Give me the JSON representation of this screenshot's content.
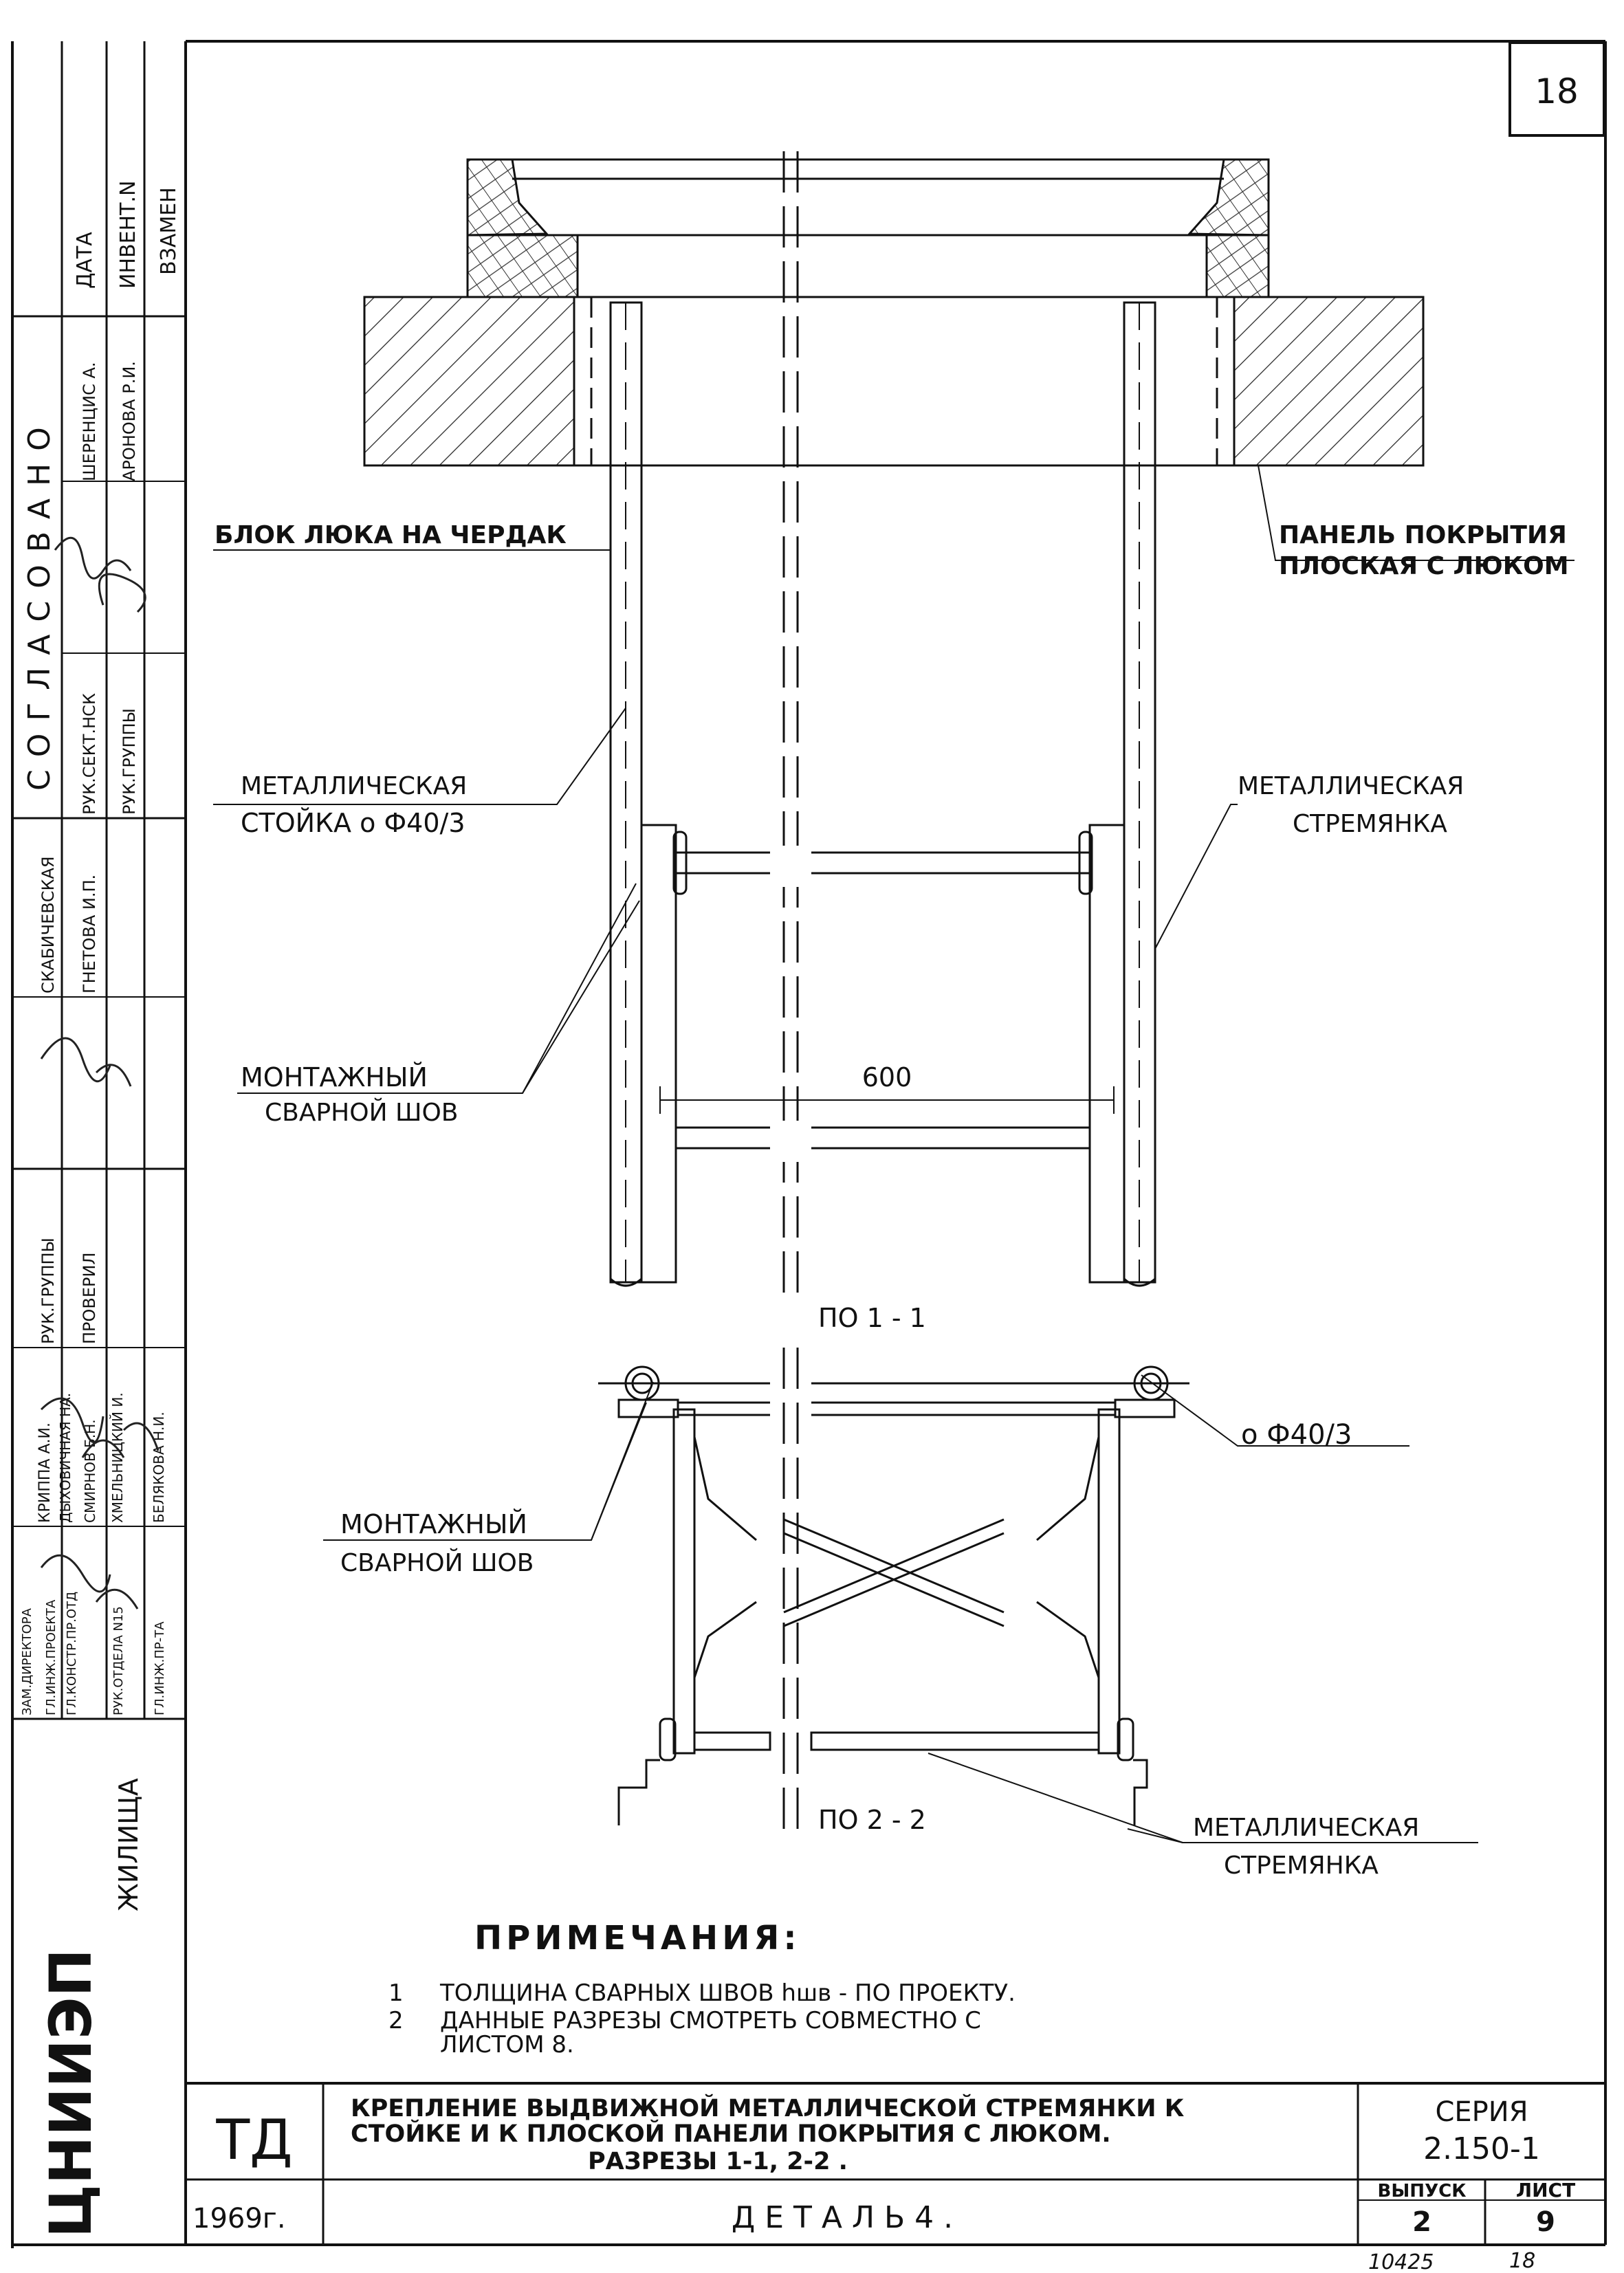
{
  "sheet": {
    "page_number": "18",
    "archive_number": "10425",
    "archive_sheet": "18"
  },
  "stamp": {
    "org": "ЦНИИЭП",
    "org_sub": "ЖИЛИЩА",
    "top_cells": [
      "ДАТА",
      "ИНВЕНТ.N",
      "ВЗАМЕН"
    ],
    "agreed_title": "СОГЛАСОВАНО",
    "agreed_names": [
      "ШЕРЕНЦИС А.",
      "АРОНОВА Р.И."
    ],
    "agreed_roles": [
      "РУК.СЕКТ.НСК",
      "РУК.ГРУППЫ"
    ],
    "names_a": [
      "СКАБИЧЕВСКАЯ",
      "ГНЕТОВА И.П."
    ],
    "roles_a": [
      "РУК.ГРУППЫ",
      "ПРОВЕРИЛ"
    ],
    "names_b": [
      "КРИППА А.И.",
      "ДЫХОВИЧНАЯ НА.",
      "СМИРНОВ Б.Н.",
      "ХМЕЛЬНИЦКИЙ И.",
      "БЕЛЯКОВА Н.И."
    ],
    "roles_b": [
      "ЗАМ.ДИРЕКТОРА",
      "ГЛ.ИНЖ.ПРОЕКТА",
      "ГЛ.КОНСТР.ПР.ОТД",
      "РУК.ОТДЕЛА N15",
      "ГЛ.ИНЖ.ПР-ТА"
    ]
  },
  "drawing": {
    "labels": {
      "hatch_block": "БЛОК ЛЮКА НА ЧЕРДАК",
      "roof_panel_1": "ПАНЕЛЬ ПОКРЫТИЯ",
      "roof_panel_2": "ПЛОСКАЯ С ЛЮКОМ",
      "post_1": "МЕТАЛЛИЧЕСКАЯ",
      "post_2": "СТОЙКА   о Ф40/3",
      "ladder_top_1": "МЕТАЛЛИЧЕСКАЯ",
      "ladder_top_2": "СТРЕМЯНКА",
      "weld_top_1": "МОНТАЖНЫЙ",
      "weld_top_2": "СВАРНОЙ ШОВ",
      "dimension": "600",
      "section_1": "ПО  1 - 1",
      "pipe": "о Ф40/3",
      "weld_bottom_1": "МОНТАЖНЫЙ",
      "weld_bottom_2": "СВАРНОЙ ШОВ",
      "section_2": "ПО  2 - 2",
      "ladder_bottom_1": "МЕТАЛЛИЧЕСКАЯ",
      "ladder_bottom_2": "СТРЕМЯНКА"
    }
  },
  "notes": {
    "title": "ПРИМЕЧАНИЯ:",
    "items": [
      {
        "num": "1",
        "text": "ТОЛЩИНА СВАРНЫХ ШВОВ  hшв - ПО ПРОЕКТУ."
      },
      {
        "num": "2",
        "text": "ДАННЫЕ   РАЗРЕЗЫ СМОТРЕТЬ СОВМЕСТНО С"
      },
      {
        "num": "",
        "text": "ЛИСТОМ 8."
      }
    ]
  },
  "title_block": {
    "code": "ТД",
    "year": "1969г.",
    "title_lines": [
      "КРЕПЛЕНИЕ ВЫДВИЖНОЙ МЕТАЛЛИЧЕСКОЙ СТРЕМЯНКИ К",
      "СТОЙКЕ И К ПЛОСКОЙ  ПАНЕЛИ ПОКРЫТИЯ С ЛЮКОМ.",
      "РАЗРЕЗЫ 1-1,  2-2 ."
    ],
    "detail": "Д Е Т А Л Ь   4 .",
    "series_label": "СЕРИЯ",
    "series": "2.150-1",
    "issue_label": "ВЫПУСК",
    "issue": "2",
    "sheet_label": "ЛИСТ",
    "sheet": "9"
  }
}
